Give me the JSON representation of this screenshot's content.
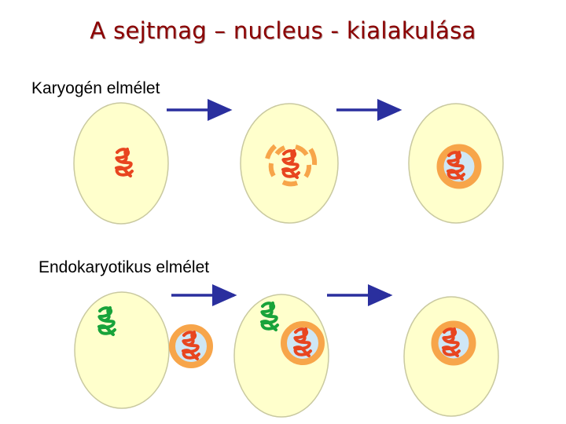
{
  "title": "A sejtmag – nucleus - kialakulása",
  "theories": [
    {
      "label": "Karyogén elmélet"
    },
    {
      "label": "Endokaryotikus elmélet"
    }
  ],
  "colors": {
    "cell_fill": "#ffffcc",
    "cell_outer_fill": "#ffffd0",
    "cell_stroke": "#c9c9a0",
    "arrow": "#2a2f9e",
    "dna_red": "#e8451f",
    "dna_green": "#18a33a",
    "membrane_orange": "#f7a54a",
    "nucleoplasm": "#cfe7f5",
    "title": "#8b0000"
  }
}
